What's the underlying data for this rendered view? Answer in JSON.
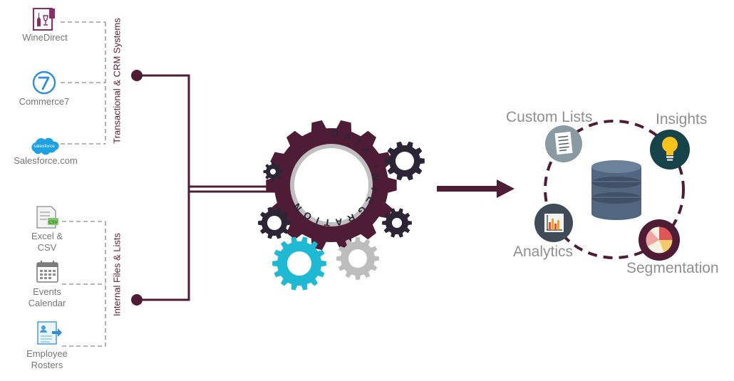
{
  "sources": {
    "transactional_group_label": "Transactional & CRM Systems",
    "internal_group_label": "Internal Files & Lists",
    "winedirect": "WineDirect",
    "commerce7": "Commerce7",
    "salesforce": "Salesforce.com",
    "salesforce_logo_text": "salesforce",
    "excel_line1": "Excel &",
    "excel_line2": "CSV",
    "csv_tag": "CSV",
    "events_line1": "Events",
    "events_line2": "Calendar",
    "roster_line1": "Employee",
    "roster_line2": "Rosters"
  },
  "hub": {
    "ring_text": "DATA INTEGRATION"
  },
  "outputs": {
    "custom_lists": "Custom Lists",
    "insights": "Insights",
    "analytics": "Analytics",
    "segmentation": "Segmentation"
  },
  "colors": {
    "maroon": "#4e1d35",
    "dark_gear": "#2b2536",
    "cyan": "#1fb9d4",
    "grey_gear": "#bdbdbd",
    "db_blue": "#52677f",
    "dashed_line": "#9e9e9e",
    "teal_circle": "#16434a",
    "bulb": "#f7c21b"
  }
}
